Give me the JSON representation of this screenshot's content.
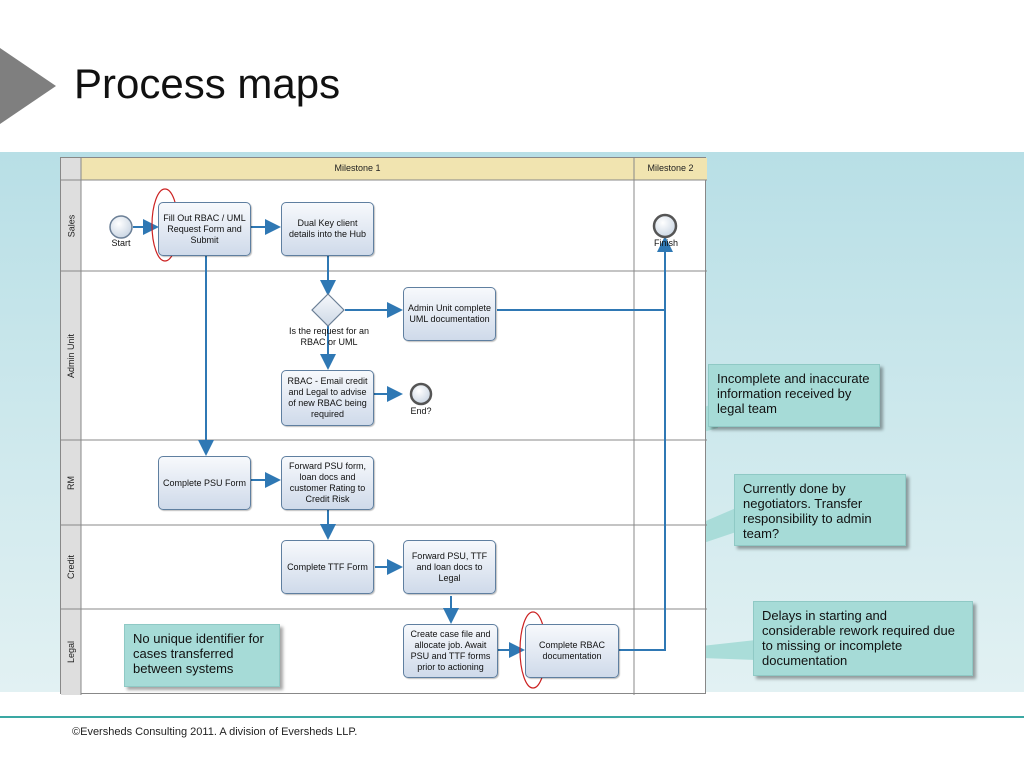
{
  "slide": {
    "title": "Process maps",
    "footer": "©Eversheds Consulting 2011. A division of Eversheds LLP."
  },
  "diagram": {
    "milestones": [
      "Milestone 1",
      "Milestone 2"
    ],
    "lanes": [
      "Sales",
      "Admin Unit",
      "RM",
      "Credit",
      "Legal"
    ],
    "start_label": "Start",
    "finish_label": "Finish",
    "end_label": "End?",
    "decision_label": "Is the request for an RBAC or UML",
    "tasks": {
      "fill_out": "Fill Out RBAC / UML Request Form and Submit",
      "dual_key": "Dual Key client details into the Hub",
      "admin_complete": "Admin Unit complete UML documentation",
      "rbac_email": "RBAC - Email credit and Legal to advise of new RBAC being required",
      "complete_psu": "Complete PSU Form",
      "forward_psu": "Forward PSU form, loan docs and customer Rating to Credit Risk",
      "complete_ttf": "Complete TTF Form",
      "forward_ttf": "Forward PSU, TTF and loan docs to Legal",
      "create_case": "Create case file and allocate job. Await PSU and TTF forms prior to actioning",
      "complete_rbac": "Complete RBAC documentation"
    }
  },
  "callouts": {
    "incomplete": "Incomplete and inaccurate information received by legal team",
    "negotiators": "Currently done by negotiators. Transfer responsibility to admin team?",
    "delays": "Delays in starting and considerable rework required due to missing or incomplete documentation",
    "identifier": "No unique identifier for cases transferred between systems"
  },
  "colors": {
    "callout": "#a6dbd7",
    "band": "#b8dfe6",
    "flow_line": "#2f78b4",
    "highlight_ring": "#cc2222"
  }
}
